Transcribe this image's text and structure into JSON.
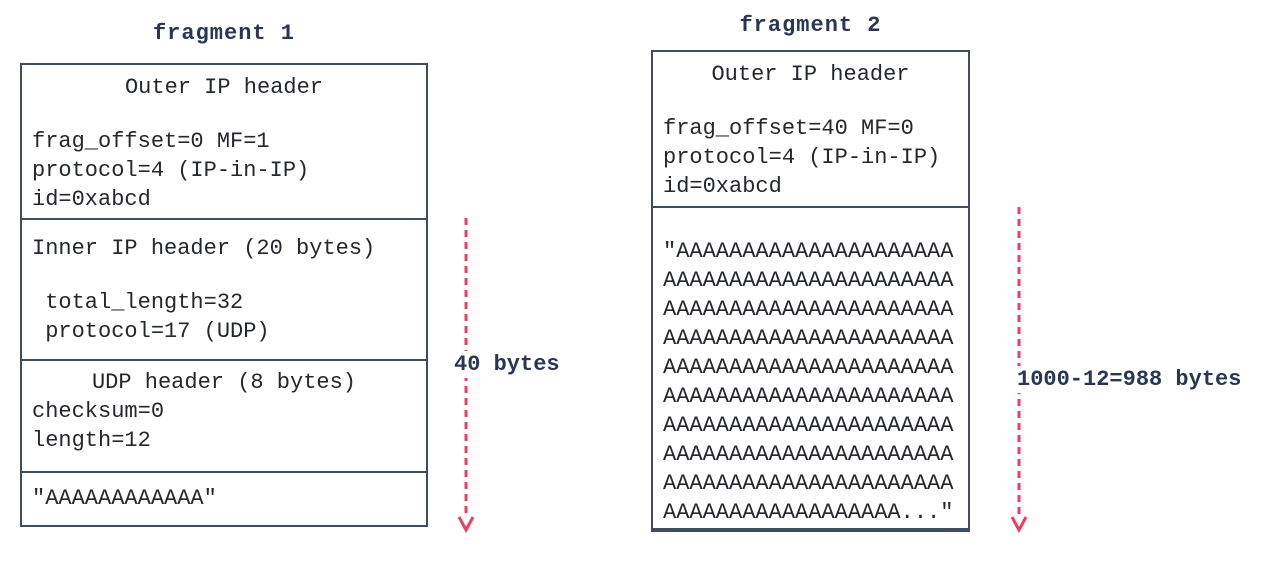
{
  "fragment1": {
    "title": "fragment 1",
    "outer_ip": {
      "heading": "Outer IP header",
      "lines": [
        "frag_offset=0 MF=1",
        "protocol=4 (IP-in-IP)",
        "id=0xabcd"
      ]
    },
    "inner_ip": {
      "heading": "Inner IP header (20 bytes)",
      "lines": [
        " total_length=32",
        " protocol=17 (UDP)"
      ]
    },
    "udp": {
      "heading": "UDP header (8 bytes)",
      "lines": [
        "checksum=0",
        "length=12"
      ]
    },
    "payload": "\"AAAAAAAAAAAA\"",
    "size_label": "40 bytes"
  },
  "fragment2": {
    "title": "fragment 2",
    "outer_ip": {
      "heading": "Outer IP header",
      "lines": [
        "frag_offset=40 MF=0",
        "protocol=4 (IP-in-IP)",
        "id=0xabcd"
      ]
    },
    "payload_lines": [
      "\"AAAAAAAAAAAAAAAAAAAAA",
      "AAAAAAAAAAAAAAAAAAAAAA",
      "AAAAAAAAAAAAAAAAAAAAAA",
      "AAAAAAAAAAAAAAAAAAAAAA",
      "AAAAAAAAAAAAAAAAAAAAAA",
      "AAAAAAAAAAAAAAAAAAAAAA",
      "AAAAAAAAAAAAAAAAAAAAAA",
      "AAAAAAAAAAAAAAAAAAAAAA",
      "AAAAAAAAAAAAAAAAAAAAAA",
      "AAAAAAAAAAAAAAAAAA...\""
    ],
    "size_label": "1000-12=988 bytes"
  },
  "colors": {
    "arrow": "#ee3d62",
    "box_border": "#3f4d63",
    "title_text": "#2b3652",
    "body_text": "#25272e",
    "background": "#ffffff"
  }
}
